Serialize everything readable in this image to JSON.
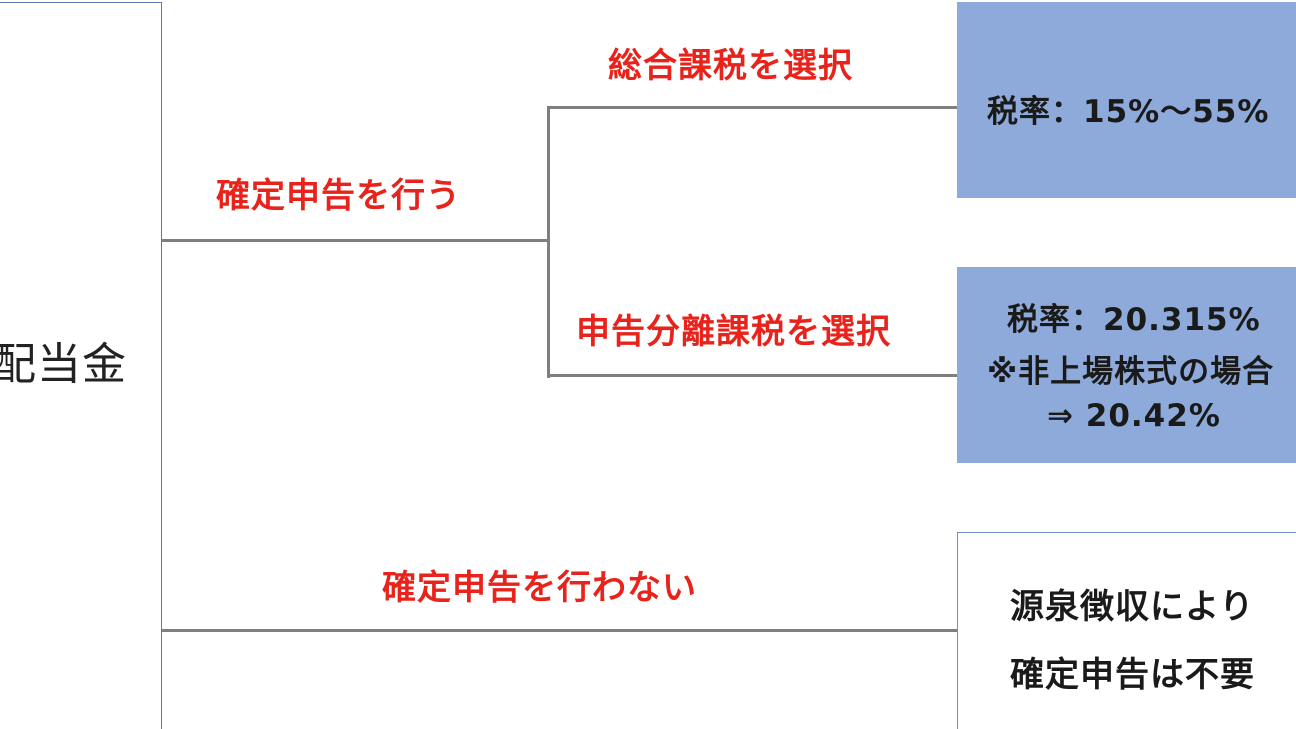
{
  "root": {
    "label": "配当金"
  },
  "branches": {
    "file_return": {
      "label": "確定申告を行う",
      "options": {
        "comprehensive": {
          "label": "総合課税を選択",
          "result_line1": "税率：15%～55%"
        },
        "separate": {
          "label": "申告分離課税を選択",
          "result_line1": "税率：20.315%",
          "result_line2": "※非上場株式の場合",
          "result_line3": "⇒ 20.42%"
        }
      }
    },
    "no_return": {
      "label": "確定申告を行わない",
      "result_line1": "源泉徴収により",
      "result_line2": "確定申告は不要"
    }
  },
  "colors": {
    "label_red": "#e8231b",
    "box_blue": "#8eaadb",
    "line_gray": "#7f7f7f",
    "root_border": "#5a7aa8"
  }
}
